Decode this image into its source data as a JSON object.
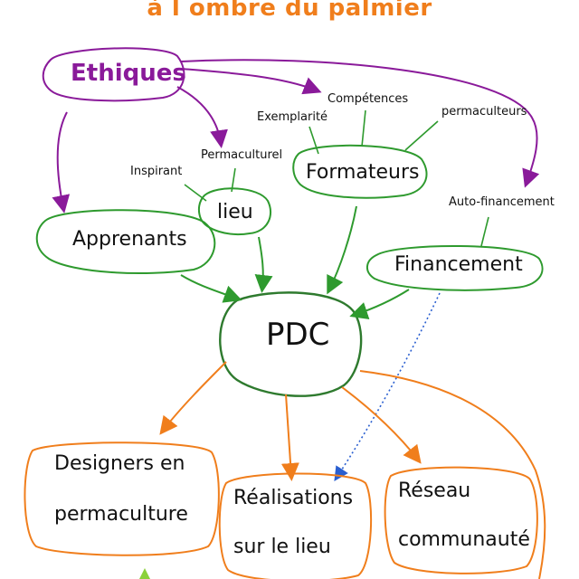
{
  "title": "à l ombre du palmier",
  "colors": {
    "title": "#f07e1c",
    "ethique": "#8a1a9a",
    "green": "#2e9a2e",
    "orange": "#f07e1c",
    "dotted": "#2a5fd0"
  },
  "nodes": {
    "ethiques": "Ethiques",
    "apprenants": "Apprenants",
    "lieu": "lieu",
    "formateurs": "Formateurs",
    "financement": "Financement",
    "pdc": "PDC",
    "designers_l1": "Designers en",
    "designers_l2": "permaculture",
    "realisations_l1": "Réalisations",
    "realisations_l2": "sur le lieu",
    "reseau_l1": "Réseau",
    "reseau_l2": "communauté"
  },
  "labels": {
    "inspirant": "Inspirant",
    "permaculturel": "Permaculturel",
    "exemplarite": "Exemplarité",
    "competences": "Compétences",
    "permaculteurs": "permaculteurs",
    "auto_financement": "Auto-financement"
  }
}
